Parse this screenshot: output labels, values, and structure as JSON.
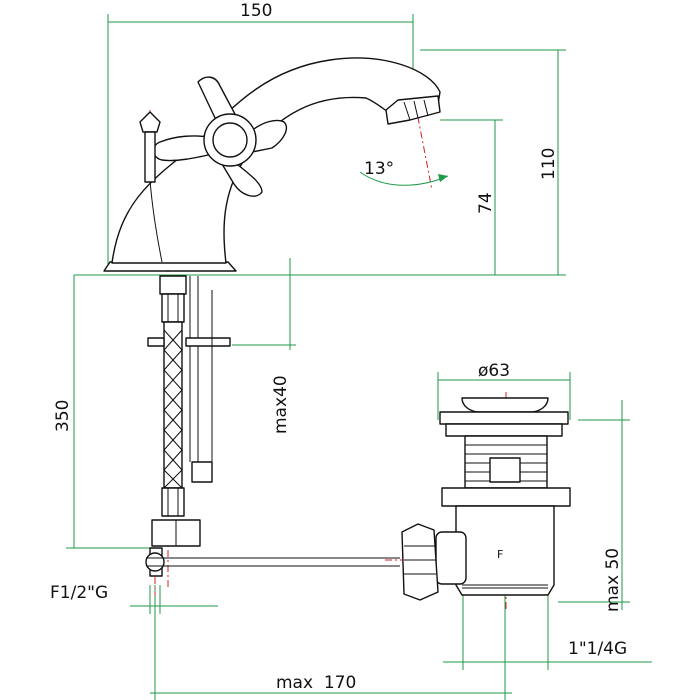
{
  "dimensions": {
    "top_width": "150",
    "total_height": "110",
    "spout_height": "74",
    "spout_angle": "13°",
    "hose_length": "350",
    "max_thickness": "max40",
    "drain_diameter": "ø63",
    "drain_max": "max 50",
    "drain_thread": "1\"1/4G",
    "hose_thread": "F1/2\"G",
    "rod_length": "max  170"
  },
  "colors": {
    "dimension_lines": "#1f9a4a",
    "center_lines": "#d42020",
    "outline": "#111111"
  }
}
